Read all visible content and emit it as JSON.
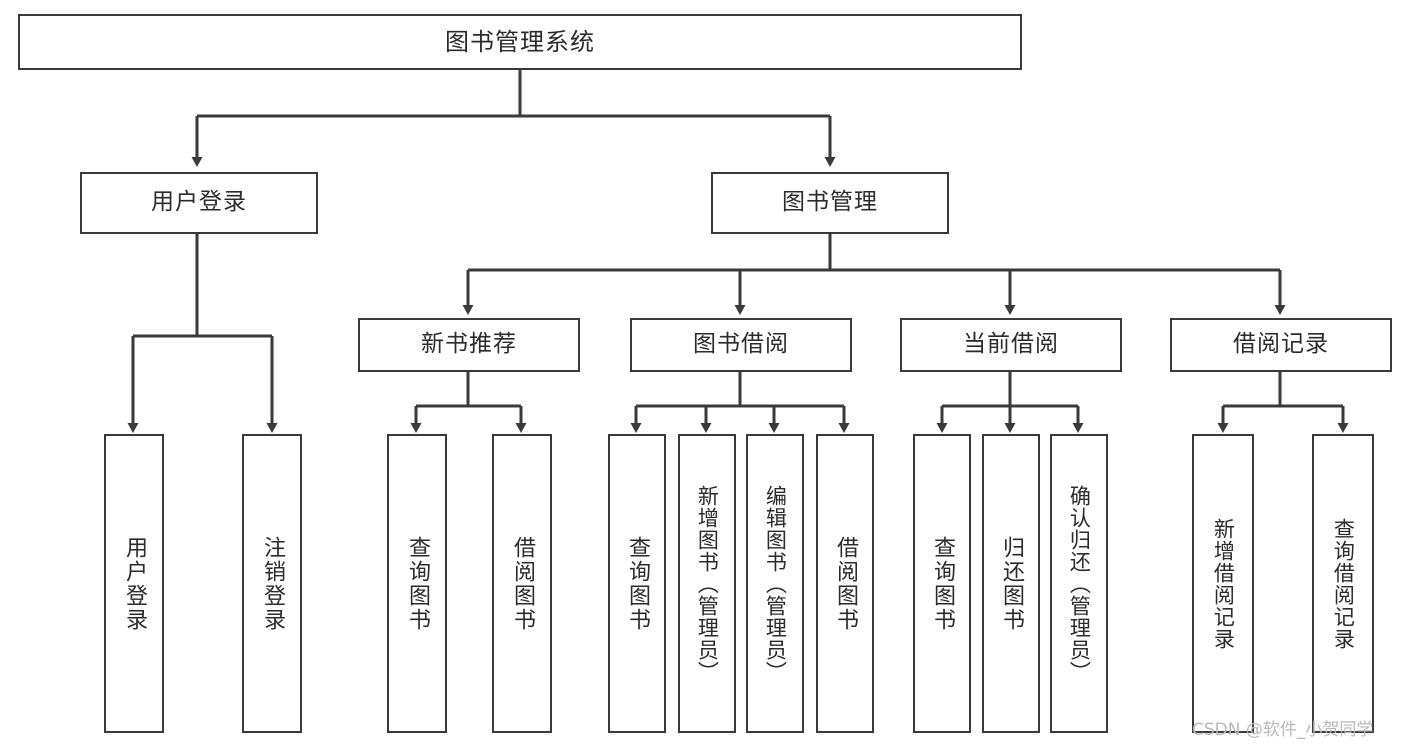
{
  "diagram": {
    "type": "tree",
    "title": "图书管理系统",
    "orientation": "top-down",
    "levels": 4
  },
  "root": {
    "label": "图书管理系统"
  },
  "level2": [
    {
      "label": "用户登录"
    },
    {
      "label": "图书管理"
    }
  ],
  "level3": [
    {
      "label": "新书推荐"
    },
    {
      "label": "图书借阅"
    },
    {
      "label": "当前借阅"
    },
    {
      "label": "借阅记录"
    }
  ],
  "leaves": {
    "user_login": [
      {
        "label": "用户登录"
      },
      {
        "label": "注销登录"
      }
    ],
    "new_book_recommend": [
      {
        "label": "查询图书"
      },
      {
        "label": "借阅图书"
      }
    ],
    "book_borrow": [
      {
        "label": "查询图书"
      },
      {
        "label": "新增图书（管理员）"
      },
      {
        "label": "编辑图书（管理员）"
      },
      {
        "label": "借阅图书"
      }
    ],
    "current_borrow": [
      {
        "label": "查询图书"
      },
      {
        "label": "归还图书"
      },
      {
        "label": "确认归还（管理员）"
      }
    ],
    "borrow_record": [
      {
        "label": "新增借阅记录"
      },
      {
        "label": "查询借阅记录"
      }
    ]
  },
  "watermark": {
    "text": "CSDN @软件_小贺同学"
  },
  "colors": {
    "stroke": "#3a3a3a",
    "text": "#2b2b2b",
    "background": "#ffffff",
    "watermark": "#b9b9b9"
  }
}
